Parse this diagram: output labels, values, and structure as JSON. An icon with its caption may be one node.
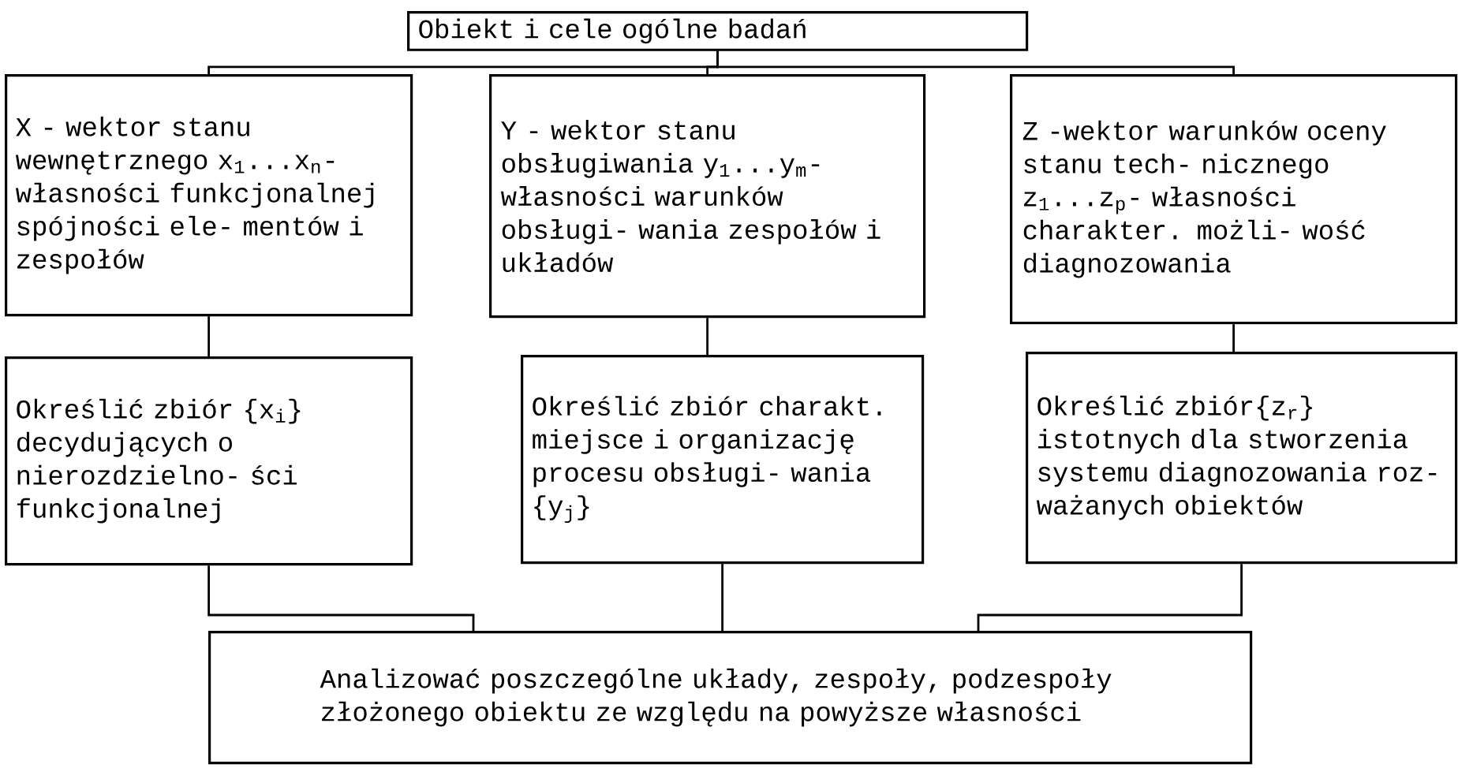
{
  "diagram": {
    "nodes": [
      {
        "text": [
          "Obiekt i cele ogólne badań"
        ]
      },
      {
        "text": [
          "X - wektor stanu wewnętrznego x$_{1}$...x$_{n}$-własności funkcjonalnej spójności ele- mentów i zespołów"
        ]
      },
      {
        "text": [
          "Y - wektor stanu obsługiwania y$_{1}$...y$_{m}$-własności warunków obsługi- wania zespołów i układów"
        ]
      },
      {
        "text": [
          "Z -wektor warunków oceny stanu tech- nicznego z$_{1}$...z$_{p}$- własności charakter. możli- wość diagnozowania"
        ]
      },
      {
        "text": [
          "Określić zbiór {x$_{i}$} decydujących o nierozdzielno- ści funkcjonalnej"
        ]
      },
      {
        "text": [
          "Określić zbiór charakt. miejsce i organizację procesu obsługi- wania {y$_{j}$}"
        ]
      },
      {
        "text": [
          "Określić zbiór{z$_{r}$} istotnych dla stworzenia systemu diagnozowania roz- ważanych obiektów"
        ]
      },
      {
        "text": [
          "Analizować poszczególne układy, zespoły, podzespoły złożonego obiektu ze względu na powyższe własności"
        ]
      }
    ],
    "edges": [
      {
        "from": 0,
        "to": 1,
        "arrow": "none"
      },
      {
        "from": 0,
        "to": 2,
        "arrow": "none"
      },
      {
        "from": 0,
        "to": 3,
        "arrow": "none"
      },
      {
        "from": 1,
        "to": 4,
        "arrow": "none"
      },
      {
        "from": 2,
        "to": 5,
        "arrow": "none"
      },
      {
        "from": 3,
        "to": 6,
        "arrow": "none"
      },
      {
        "from": 4,
        "to": 7,
        "arrow": "none"
      },
      {
        "from": 5,
        "to": 7,
        "arrow": "none"
      },
      {
        "from": 6,
        "to": 7,
        "arrow": "none"
      }
    ]
  }
}
